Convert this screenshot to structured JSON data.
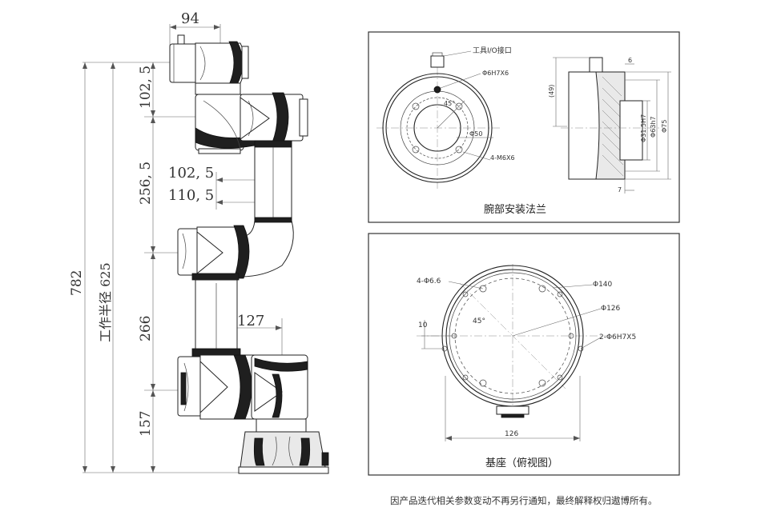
{
  "side_view": {
    "dim_top_width": "94",
    "dim_total_height": "782",
    "dim_wrist_height": "102, 5",
    "dim_forearm_length": "256, 5",
    "dim_offset_1": "102, 5",
    "dim_offset_2": "110, 5",
    "dim_work_radius": "工作半径 625",
    "dim_upper_arm_length": "266",
    "dim_offset_3": "127",
    "dim_base_height": "157"
  },
  "wrist_flange": {
    "title": "腕部安装法兰",
    "labels": {
      "io_port": "工具I/O接口",
      "pin_hole": "Φ6H7X6",
      "angle": "45°",
      "diameter_inner": "Φ50",
      "screw_holes": "4-M6X6",
      "height": "(49)",
      "depth": "6",
      "bore": "Φ31.5H7",
      "bore_outer": "Φ63h7",
      "outer": "Φ75",
      "thickness": "7"
    }
  },
  "base": {
    "title": "基座（俯视图）",
    "labels": {
      "mount_holes": "4-Φ6.6",
      "outer_diameter": "Φ140",
      "bolt_circle": "Φ126",
      "angle": "45°",
      "offset": "10",
      "pin_holes": "2-Φ6H7X5",
      "width": "126"
    }
  },
  "footer": {
    "note": "因产品迭代相关参数变动不再另行通知，最终解释权归遨博所有。"
  }
}
